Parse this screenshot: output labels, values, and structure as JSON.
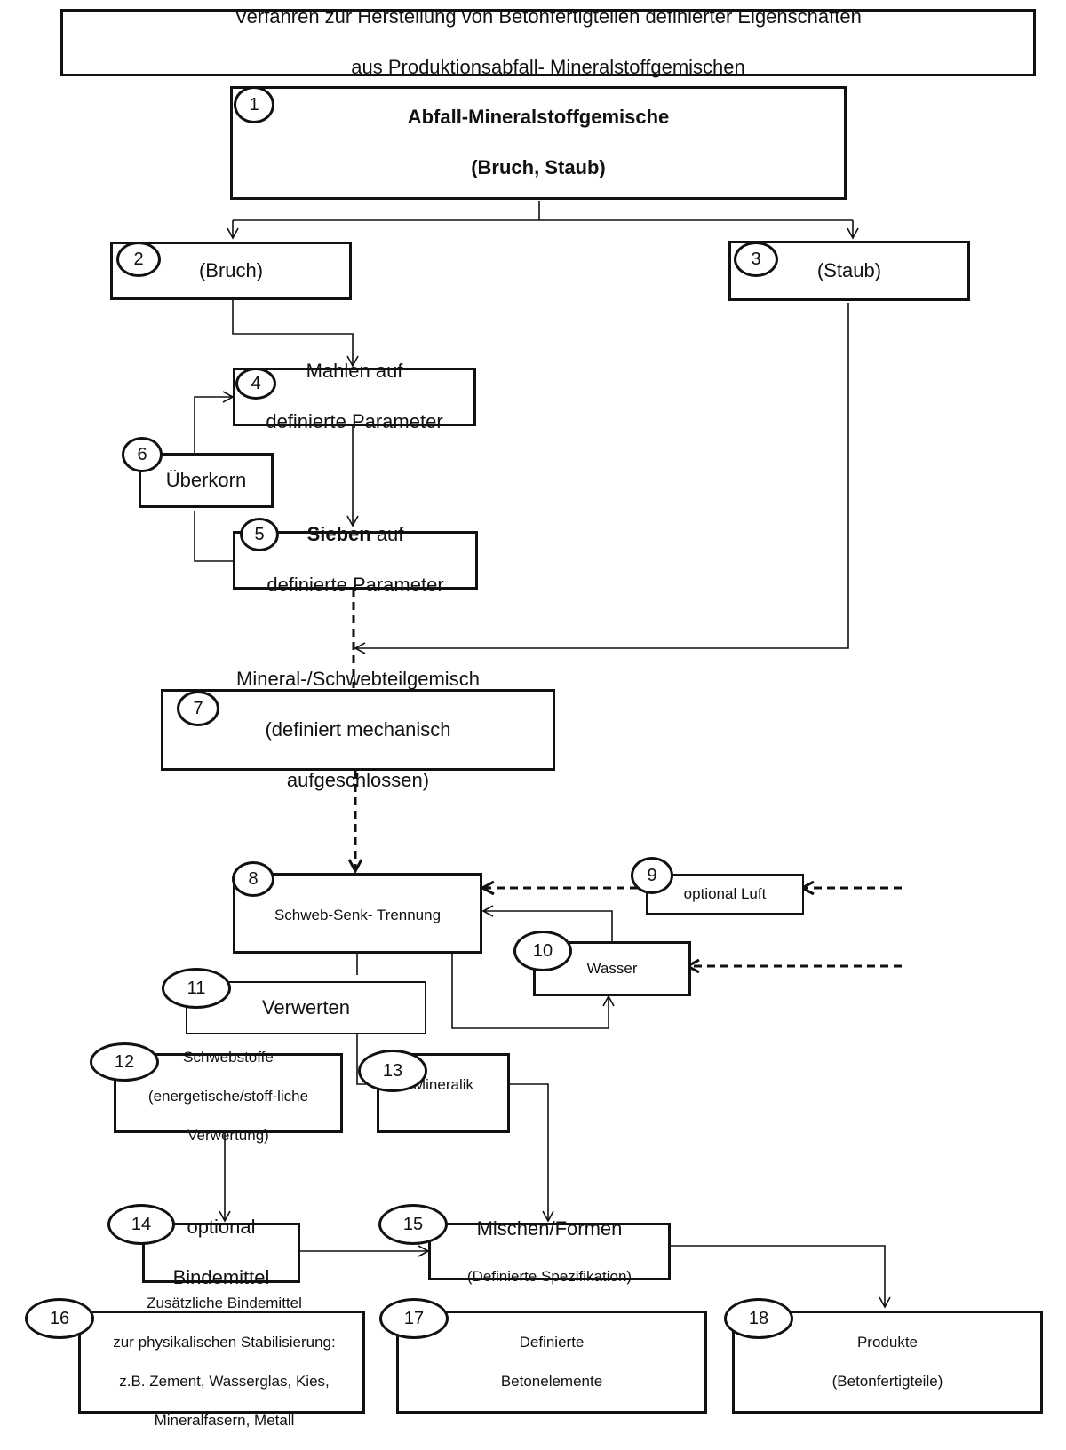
{
  "title": {
    "line1": "Verfahren zur Herstellung von Betonfertigteilen definierter Eigenschaften",
    "line2": "aus Produktionsabfall- Mineralstoffgemischen"
  },
  "boxes": {
    "b1": {
      "num": "1",
      "line1": "Abfall-Mineralstoffgemische",
      "line2": "(Bruch, Staub)"
    },
    "b2": {
      "num": "2",
      "text": "(Bruch)"
    },
    "b3": {
      "num": "3",
      "text": "(Staub)"
    },
    "b4": {
      "num": "4",
      "line1": "Mahlen auf",
      "line2": "definierte Parameter"
    },
    "b5": {
      "num": "5",
      "bold": "Sieben",
      "rest": " auf",
      "line2": "definierte Parameter"
    },
    "b6": {
      "num": "6",
      "text": "Überkorn"
    },
    "b7": {
      "num": "7",
      "line1": "Mineral-/Schwebteilgemisch",
      "line2": "(definiert mechanisch",
      "line3": "aufgeschlossen)"
    },
    "b8": {
      "num": "8",
      "text": "Schweb-Senk- Trennung"
    },
    "b9": {
      "num": "9",
      "text": "optional Luft"
    },
    "b10": {
      "num": "10",
      "text": "Wasser"
    },
    "b11": {
      "num": "11",
      "text": "Verwerten"
    },
    "b12": {
      "num": "12",
      "line1": "Schwebstoffe",
      "line2": "(energetische/stoff-liche",
      "line3": "Verwertung)"
    },
    "b13": {
      "num": "13",
      "text": "Mineralik"
    },
    "b14": {
      "num": "14",
      "line1": "optional",
      "line2": "Bindemittel"
    },
    "b15": {
      "num": "15",
      "line1": "Mischen/Formen",
      "line2": "(Definierte Spezifikation)"
    },
    "b16": {
      "num": "16",
      "line1": "Zusätzliche Bindemittel",
      "line2": "zur physikalischen Stabilisierung:",
      "line3": "z.B. Zement, Wasserglas, Kies,",
      "line4": "Mineralfasern, Metall"
    },
    "b17": {
      "num": "17",
      "line1": "Definierte",
      "line2": "Betonelemente"
    },
    "b18": {
      "num": "18",
      "line1": "Produkte",
      "line2": "(Betonfertigteile)"
    }
  }
}
